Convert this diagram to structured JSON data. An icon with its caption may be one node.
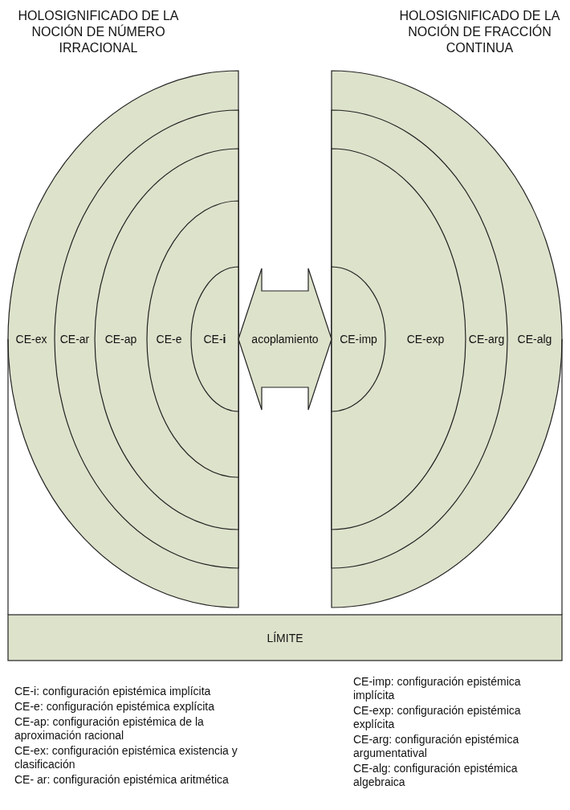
{
  "diagram": {
    "nodes": [
      {
        "text": [
          "CE-ex"
        ]
      },
      {
        "text": [
          "CE-ar"
        ],
        "in": 0
      },
      {
        "text": [
          "CE-ap"
        ],
        "in": 1
      },
      {
        "text": [
          "CE-e"
        ],
        "in": 2
      },
      {
        "text": [
          "CE-**i**"
        ],
        "in": 3
      },
      {
        "text": [
          "CE-alg"
        ]
      },
      {
        "text": [
          "CE-arg"
        ],
        "in": 5
      },
      {
        "text": [
          "CE-exp"
        ],
        "in": 6
      },
      {
        "text": [
          "CE-imp"
        ],
        "in": 7
      },
      {
        "text": [
          "LÍMITE"
        ]
      }
    ],
    "edges": [
      {
        "from": 4,
        "to": 8,
        "arrow": "both",
        "label": "acoplamiento"
      },
      {
        "from": 0,
        "to": 9,
        "arrow": "none"
      },
      {
        "from": 5,
        "to": 9,
        "arrow": "none"
      }
    ],
    "labels": [
      "HOLOSIGNIFICADO DE LA NOCIÓN DE NÚMERO IRRACIONAL",
      "HOLOSIGNIFICADO DE LA NOCIÓN DE FRACCIÓN CONTINUA",
      "CE-i: configuración epistémica implícita",
      "CE-e: configuración epistémica explícita",
      "CE-ap: configuración epistémica de la aproximación racional",
      "CE-ex: configuración epistémica existencia y clasificación",
      "CE- ar: configuración epistémica aritmética",
      "CE-imp: configuración epistémica implícita",
      "CE-exp: configuración epistémica explícita",
      "CE-arg: configuración epistémica argumentatival",
      "CE-alg: configuración epistémica algebraica"
    ]
  }
}
